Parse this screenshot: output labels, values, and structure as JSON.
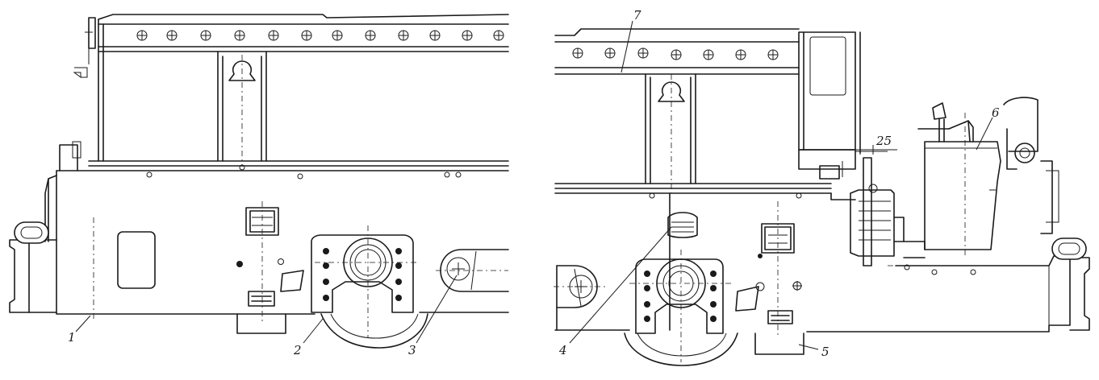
{
  "callouts": {
    "c1": "1",
    "c2": "2",
    "c3": "3",
    "c4": "4",
    "c5": "5",
    "c6": "6",
    "c7": "7",
    "dim25": "25"
  }
}
